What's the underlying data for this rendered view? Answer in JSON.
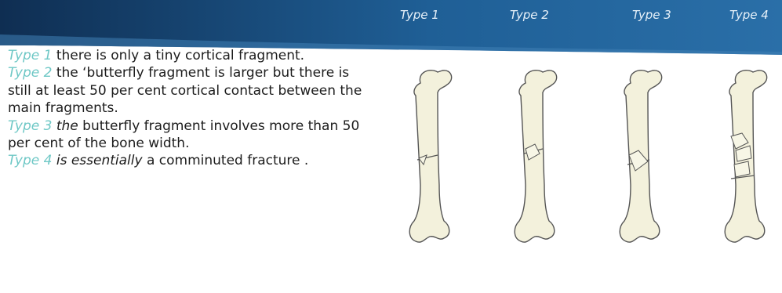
{
  "header": {
    "type_labels": [
      "Type 1",
      "Type 2",
      "Type 3",
      "Type 4"
    ]
  },
  "paragraphs": [
    {
      "label": "Type 1",
      "italic_part": "",
      "rest": " there is only a tiny cortical fragment."
    },
    {
      "label": "Type 2",
      "italic_part": "",
      "rest": " the ‘butterfly fragment is larger but there is still at least 50 per cent cortical contact between the main fragments."
    },
    {
      "label": "Type 3",
      "italic_part": " the",
      "rest": " butterfly fragment involves more than 50 per cent of the bone width."
    },
    {
      "label": "Type 4",
      "italic_part": " is essentially",
      "rest": " a comminuted fracture ."
    }
  ],
  "colors": {
    "banner_dark": "#0f2e52",
    "banner_mid": "#1f5f96",
    "label_teal": "#6fc8c6",
    "bone_fill": "#f3f1dc"
  },
  "figure": {
    "bones": [
      "femur-type-1",
      "femur-type-2",
      "femur-type-3",
      "femur-type-4"
    ]
  }
}
